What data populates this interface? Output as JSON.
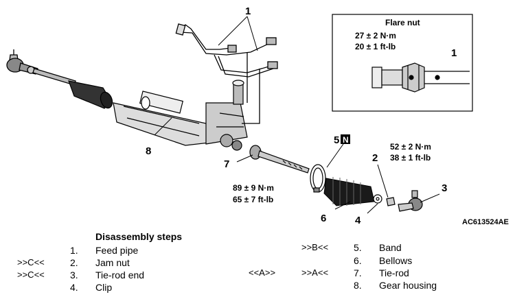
{
  "figure_id": "AC613524AE",
  "callouts": {
    "c1_top": "1",
    "c1_box": "1",
    "c3": "3",
    "c4": "4",
    "c5": "5",
    "c5_badge": "N",
    "c2": "2",
    "c6": "6",
    "c7": "7",
    "c8": "8"
  },
  "flare_box": {
    "title": "Flare nut",
    "torque_nm": "27 ± 2 N·m",
    "torque_ftlb": "20 ± 1 ft-lb"
  },
  "torque_tie_rod_end": {
    "nm": "52 ± 2 N·m",
    "ftlb": "38 ± 1 ft-lb"
  },
  "torque_jam_nut": {
    "nm": "89 ± 9 N·m",
    "ftlb": "65 ± 7 ft-lb"
  },
  "steps": {
    "title": "Disassembly steps",
    "left": [
      {
        "num": "1.",
        "label": "Feed pipe",
        "marker": ""
      },
      {
        "num": "2.",
        "label": "Jam nut",
        "marker": ">>C<<"
      },
      {
        "num": "3.",
        "label": "Tie-rod end",
        "marker": ">>C<<"
      },
      {
        "num": "4.",
        "label": "Clip",
        "marker": ""
      }
    ],
    "right": [
      {
        "num": "5.",
        "label": "Band",
        "marker": ">>B<<",
        "marker2": ""
      },
      {
        "num": "6.",
        "label": "Bellows",
        "marker": "",
        "marker2": ""
      },
      {
        "num": "7.",
        "label": "Tie-rod",
        "marker": ">>A<<",
        "marker2": "<<A>>"
      },
      {
        "num": "8.",
        "label": "Gear housing",
        "marker": "",
        "marker2": ""
      }
    ]
  }
}
